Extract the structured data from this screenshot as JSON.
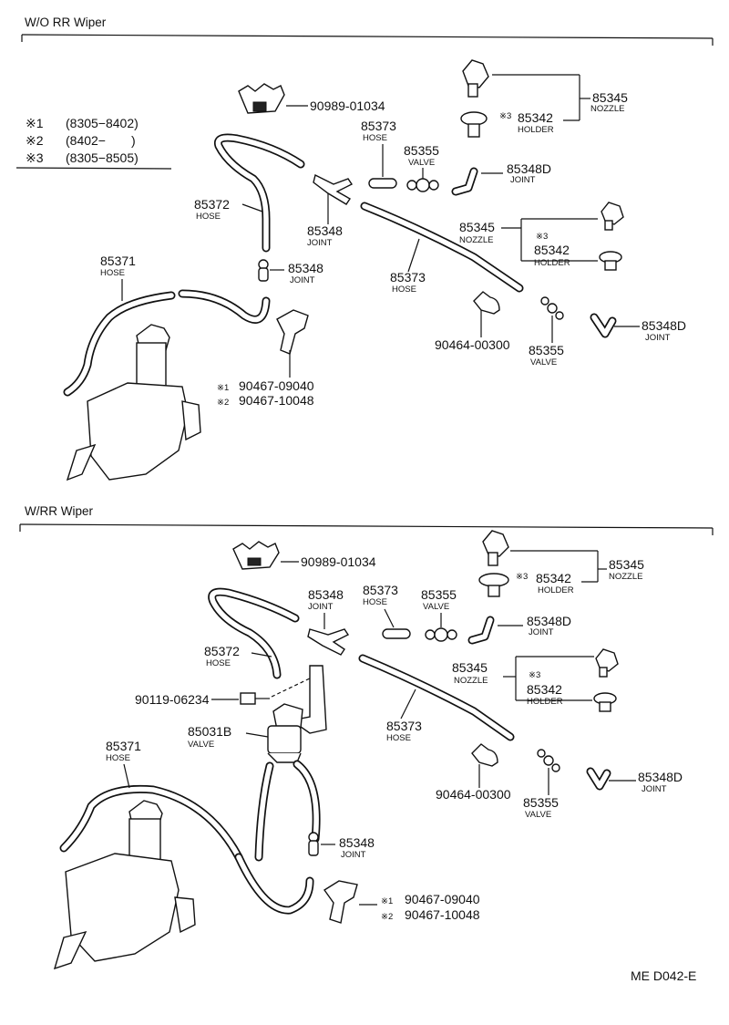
{
  "sections": {
    "top_title": "W/O RR Wiper",
    "bottom_title": "W/RR Wiper"
  },
  "legend": {
    "rows": [
      {
        "mark": "※1",
        "range": "(8305−8402)"
      },
      {
        "mark": "※2",
        "range": "(8402−　　)"
      },
      {
        "mark": "※3",
        "range": "(8305−8505)"
      }
    ]
  },
  "top": {
    "bracket_part": "90989-01034",
    "hose_85373_a": {
      "num": "85373",
      "sub": "HOSE"
    },
    "valve_85355_a": {
      "num": "85355",
      "sub": "VALVE"
    },
    "nozzle_85345_a": {
      "num": "85345",
      "sub": "NOZZLE"
    },
    "holder_85342_a": {
      "mark": "※3",
      "num": "85342",
      "sub": "HOLDER"
    },
    "joint_85348D_a": {
      "num": "85348D",
      "sub": "JOINT"
    },
    "hose_85372": {
      "num": "85372",
      "sub": "HOSE"
    },
    "joint_85348_a": {
      "num": "85348",
      "sub": "JOINT"
    },
    "nozzle_85345_b": {
      "num": "85345",
      "sub": "NOZZLE"
    },
    "holder_85342_b": {
      "mark": "※3",
      "num": "85342",
      "sub": "HOLDER"
    },
    "hose_85371": {
      "num": "85371",
      "sub": "HOSE"
    },
    "joint_85348_b": {
      "num": "85348",
      "sub": "JOINT"
    },
    "hose_85373_b": {
      "num": "85373",
      "sub": "HOSE"
    },
    "clip_part": "90464-00300",
    "valve_85355_b": {
      "num": "85355",
      "sub": "VALVE"
    },
    "joint_85348D_b": {
      "num": "85348D",
      "sub": "JOINT"
    },
    "clamp_1": {
      "mark": "※1",
      "num": "90467-09040"
    },
    "clamp_2": {
      "mark": "※2",
      "num": "90467-10048"
    }
  },
  "bottom": {
    "bracket_part": "90989-01034",
    "nozzle_85345_a": {
      "num": "85345",
      "sub": "NOZZLE"
    },
    "holder_85342_a": {
      "mark": "※3",
      "num": "85342",
      "sub": "HOLDER"
    },
    "joint_85348_a": {
      "num": "85348",
      "sub": "JOINT"
    },
    "hose_85373_a": {
      "num": "85373",
      "sub": "HOSE"
    },
    "valve_85355_a": {
      "num": "85355",
      "sub": "VALVE"
    },
    "joint_85348D_a": {
      "num": "85348D",
      "sub": "JOINT"
    },
    "hose_85372": {
      "num": "85372",
      "sub": "HOSE"
    },
    "nozzle_85345_b": {
      "num": "85345",
      "sub": "NOZZLE"
    },
    "holder_85342_b": {
      "mark": "※3",
      "num": "85342",
      "sub": "HOLDER"
    },
    "bolt_part": "90119-06234",
    "valve_85031B": {
      "num": "85031B",
      "sub": "VALVE"
    },
    "hose_85373_b": {
      "num": "85373",
      "sub": "HOSE"
    },
    "hose_85371": {
      "num": "85371",
      "sub": "HOSE"
    },
    "clip_part": "90464-00300",
    "valve_85355_b": {
      "num": "85355",
      "sub": "VALVE"
    },
    "joint_85348D_b": {
      "num": "85348D",
      "sub": "JOINT"
    },
    "joint_85348_b": {
      "num": "85348",
      "sub": "JOINT"
    },
    "clamp_1": {
      "mark": "※1",
      "num": "90467-09040"
    },
    "clamp_2": {
      "mark": "※2",
      "num": "90467-10048"
    }
  },
  "footer_code": "ME D042-E"
}
